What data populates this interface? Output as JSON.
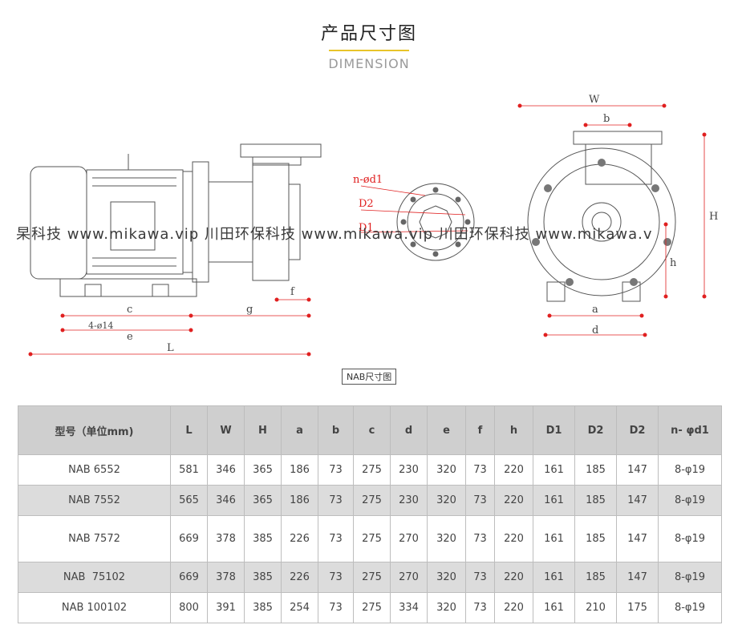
{
  "header": {
    "title": "产品尺寸图",
    "subtitle": "DIMENSION"
  },
  "watermark": "杲科技   www.mikawa.vip   川田环保科技   www.mikawa.vip   川田环保科技   www.mikawa.v",
  "drawing": {
    "caption": "NAB尺寸图",
    "side_labels": {
      "c": "c",
      "g": "g",
      "e": "e",
      "L": "L",
      "f": "f",
      "holes": "4-ø14"
    },
    "flange_labels": {
      "nd1": "n-ød1",
      "D2": "D2",
      "D1": "D1"
    },
    "front_labels": {
      "W": "W",
      "b": "b",
      "H": "H",
      "h": "h",
      "a": "a",
      "d": "d"
    }
  },
  "table": {
    "headers": [
      "型号（单位mm)",
      "L",
      "W",
      "H",
      "a",
      "b",
      "c",
      "d",
      "e",
      "f",
      "h",
      "D1",
      "D2",
      "D2",
      "n- φd1"
    ],
    "rows": [
      [
        "NAB 6552",
        "581",
        "346",
        "365",
        "186",
        "73",
        "275",
        "230",
        "320",
        "73",
        "220",
        "161",
        "185",
        "147",
        "8-φ19"
      ],
      [
        "NAB 7552",
        "565",
        "346",
        "365",
        "186",
        "73",
        "275",
        "230",
        "320",
        "73",
        "220",
        "161",
        "185",
        "147",
        "8-φ19"
      ],
      [
        "NAB 7572",
        "669",
        "378",
        "385",
        "226",
        "73",
        "275",
        "270",
        "320",
        "73",
        "220",
        "161",
        "185",
        "147",
        "8-φ19"
      ],
      [
        "NAB  75102",
        "669",
        "378",
        "385",
        "226",
        "73",
        "275",
        "270",
        "320",
        "73",
        "220",
        "161",
        "185",
        "147",
        "8-φ19"
      ],
      [
        "NAB 100102",
        "800",
        "391",
        "385",
        "254",
        "73",
        "275",
        "334",
        "320",
        "73",
        "220",
        "161",
        "210",
        "175",
        "8-φ19"
      ]
    ]
  },
  "colors": {
    "accent": "#e8c42a",
    "dimension": "#e02020",
    "header_bg": "#cfcfcf",
    "shade_bg": "#dcdcdc"
  }
}
